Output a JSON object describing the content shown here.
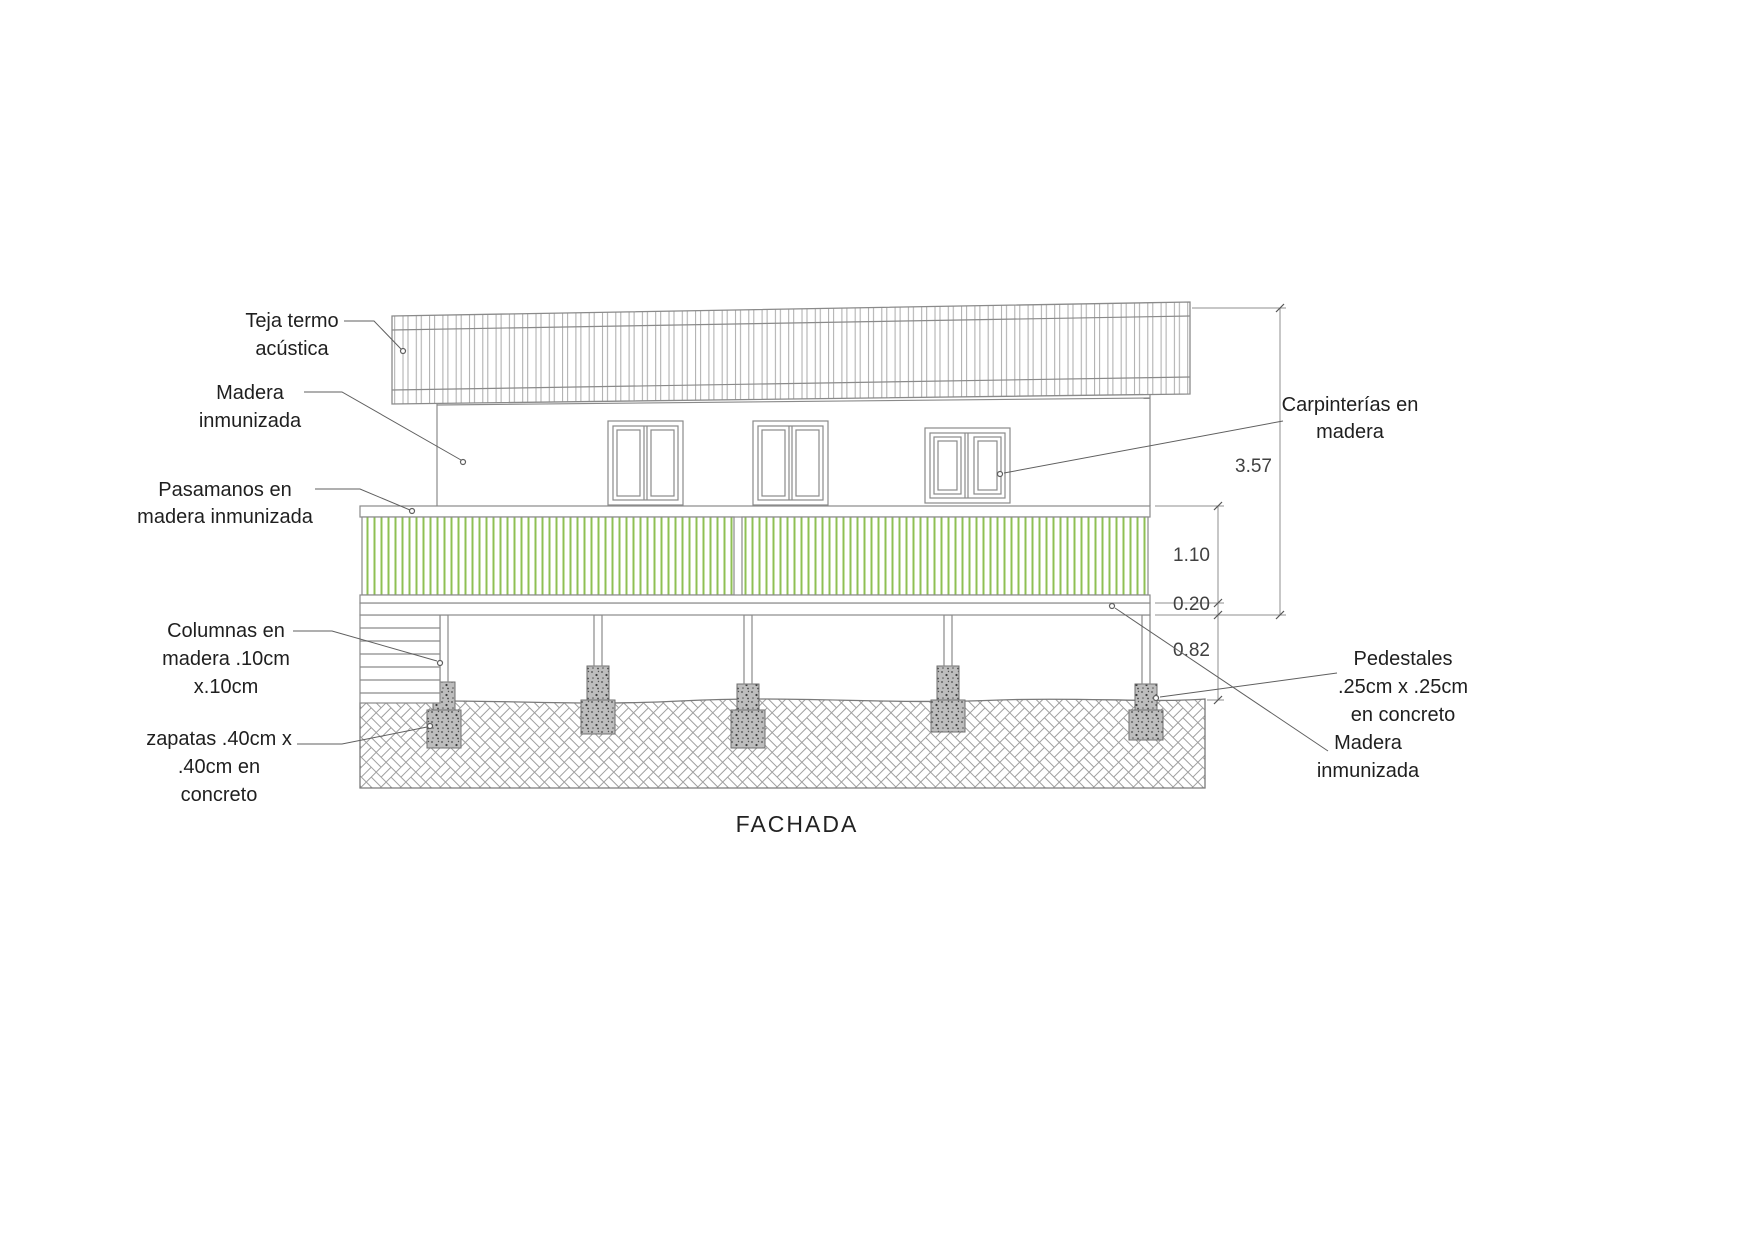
{
  "title": "FACHADA",
  "labels": {
    "teja": {
      "l1": "Teja termo",
      "l2": "acústica"
    },
    "madera_left": {
      "l1": "Madera",
      "l2": "inmunizada"
    },
    "pasamanos": {
      "l1": "Pasamanos en",
      "l2": "madera inmunizada"
    },
    "columnas": {
      "l1": "Columnas en",
      "l2": "madera .10cm",
      "l3": "x.10cm"
    },
    "zapatas": {
      "l1": "zapatas .40cm x",
      "l2": ".40cm en",
      "l3": "concreto"
    },
    "carpinterias": {
      "l1": "Carpinterías en",
      "l2": "madera"
    },
    "pedestales": {
      "l1": "Pedestales",
      "l2": ".25cm x .25cm",
      "l3": "en concreto"
    },
    "madera_right": {
      "l1": "Madera",
      "l2": "inmunizada"
    }
  },
  "dimensions": {
    "total_height": "3.57",
    "railing_height": "1.10",
    "floor_thickness": "0.20",
    "under_floor": "0.82"
  },
  "colors": {
    "line_gray": "#8a8a8a",
    "text": "#1f1f1f",
    "slat_green": "#8fc054",
    "concrete_gray": "#bdbdbd"
  }
}
